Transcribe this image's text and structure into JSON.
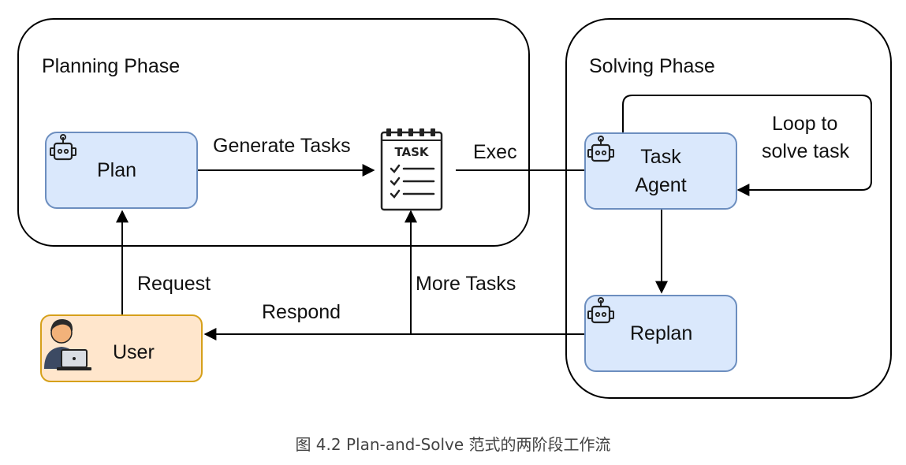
{
  "phases": {
    "planning": {
      "title": "Planning Phase"
    },
    "solving": {
      "title": "Solving Phase"
    }
  },
  "nodes": {
    "plan": {
      "label": "Plan",
      "icon": "robot-icon"
    },
    "task_list": {
      "label": "TASK",
      "icon": "task-checklist-icon"
    },
    "task_agent": {
      "label_line1": "Task",
      "label_line2": "Agent",
      "icon": "robot-icon"
    },
    "replan": {
      "label": "Replan",
      "icon": "robot-icon"
    },
    "user": {
      "label": "User",
      "icon": "user-laptop-icon"
    }
  },
  "edges": {
    "generate_tasks": "Generate Tasks",
    "exec": "Exec",
    "loop_line1": "Loop to",
    "loop_line2": "solve task",
    "request": "Request",
    "respond": "Respond",
    "more_tasks": "More Tasks"
  },
  "caption": "图 4.2 Plan-and-Solve 范式的两阶段工作流",
  "colors": {
    "agent_fill": "#dae8fc",
    "agent_stroke": "#6c8ebf",
    "user_fill": "#ffe6cc",
    "user_stroke": "#d6a01a",
    "line": "#000000"
  }
}
